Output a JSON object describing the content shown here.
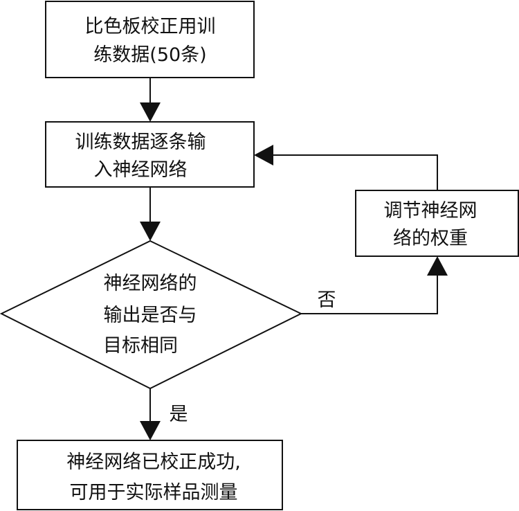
{
  "nodes": {
    "start": {
      "lines": [
        "比色板校正用训",
        "练数据(50条)"
      ]
    },
    "input": {
      "lines": [
        "训练数据逐条输",
        "入神经网络"
      ]
    },
    "adjust": {
      "lines": [
        "调节神经网",
        "络的权重"
      ]
    },
    "decision": {
      "lines": [
        "神经网络的",
        "输出是否与",
        "目标相同"
      ]
    },
    "result": {
      "lines": [
        "神经网络已校正成功,",
        "可用于实际样品测量"
      ]
    }
  },
  "edges": {
    "no_label": "否",
    "yes_label": "是"
  }
}
